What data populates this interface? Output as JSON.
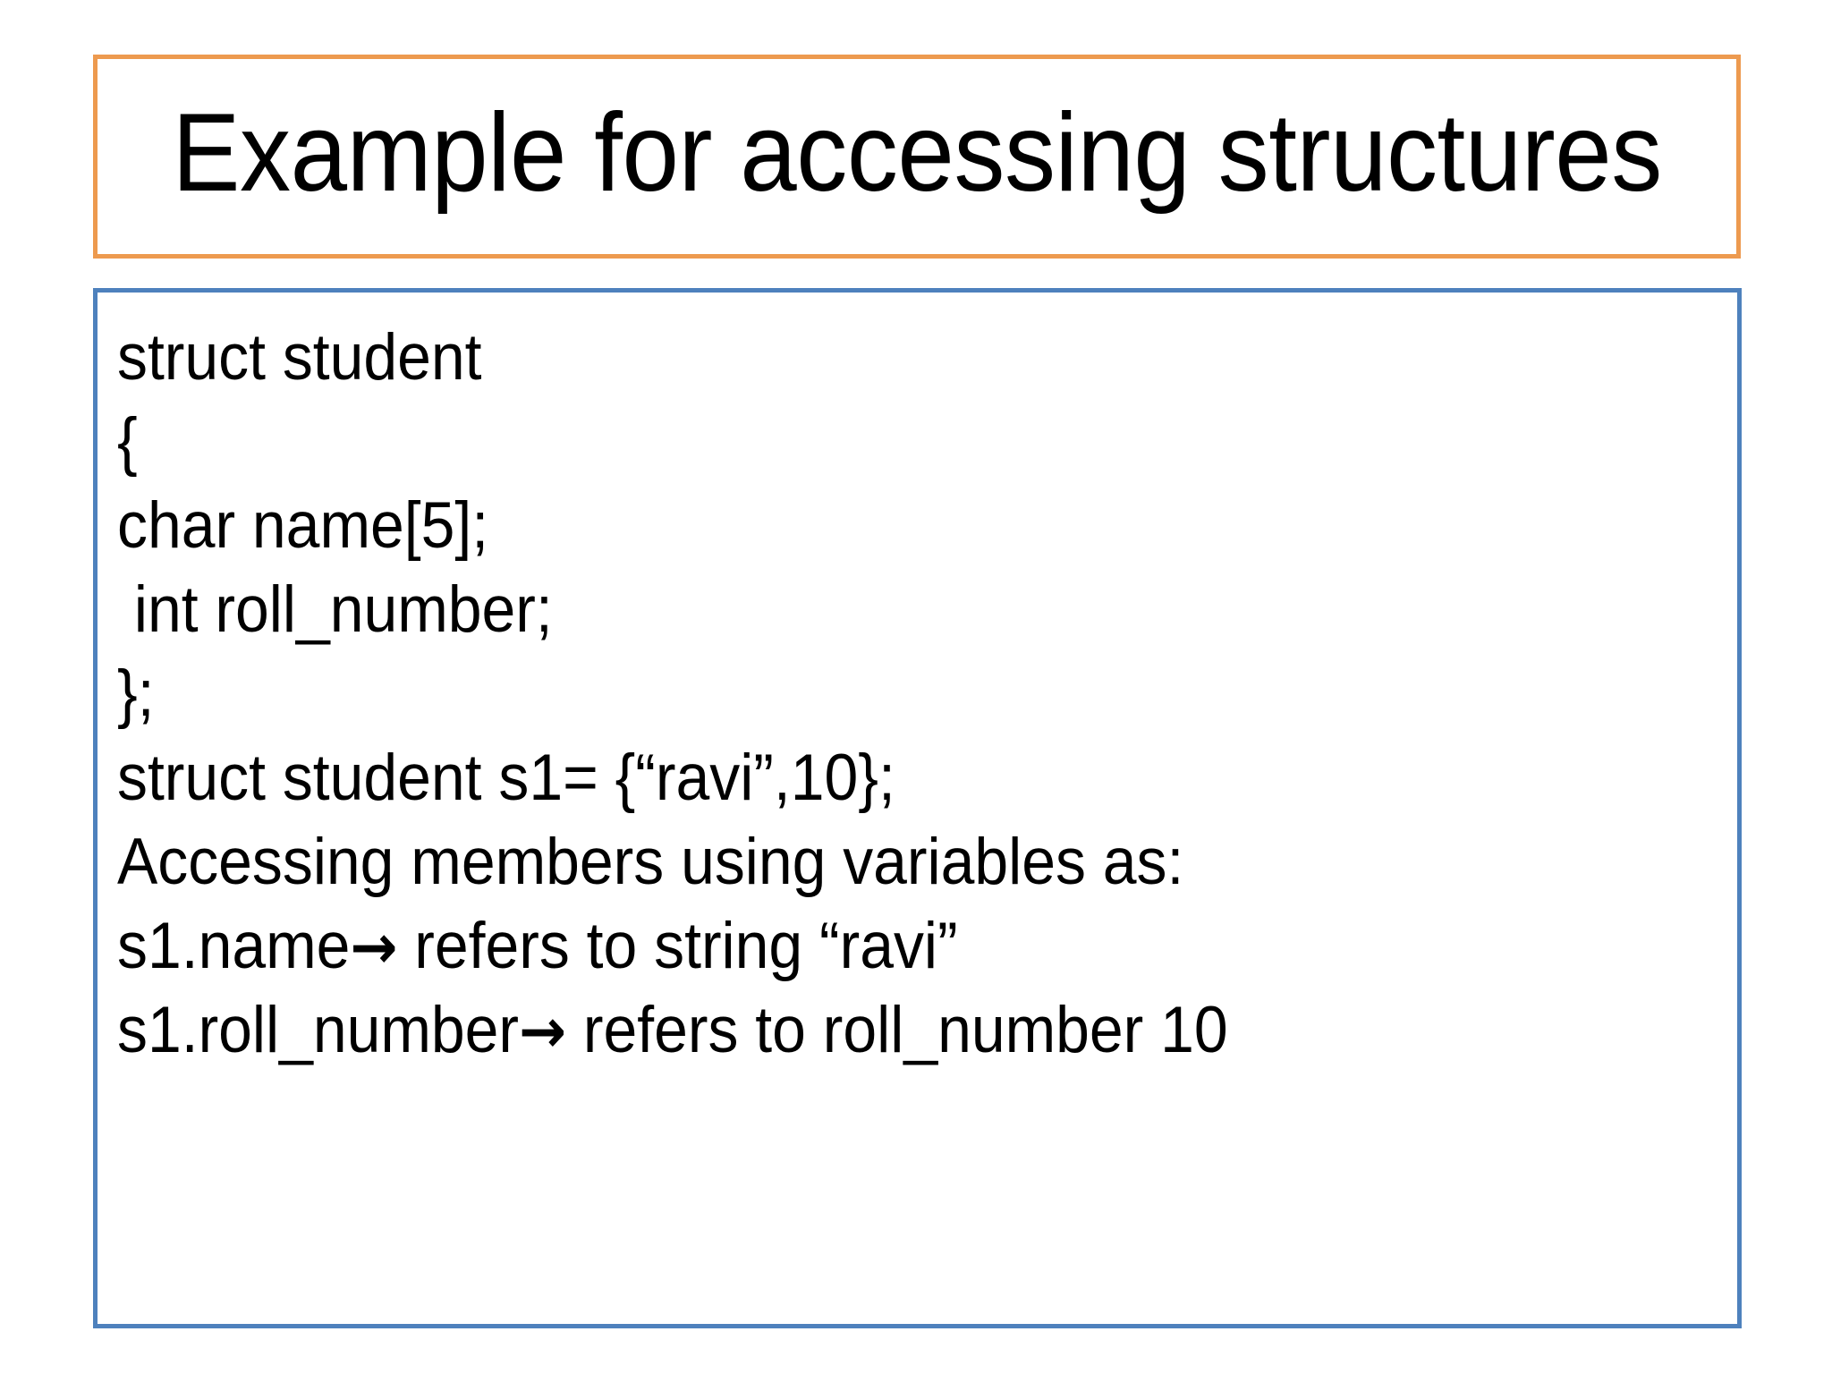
{
  "slide": {
    "title": "Example for accessing structures",
    "title_border_color": "#ED9A4F",
    "body_border_color": "#4E81BD",
    "background_color": "#FFFFFF",
    "text_color": "#000000"
  },
  "body": {
    "lines": [
      {
        "id": "line-struct-student",
        "text": "struct student"
      },
      {
        "id": "line-open-brace",
        "text": "{"
      },
      {
        "id": "line-char-name",
        "text": "char name[5];"
      },
      {
        "id": "line-int-roll-number",
        "text": " int roll_number;"
      },
      {
        "id": "line-close-brace",
        "text": "};"
      },
      {
        "id": "line-init-s1",
        "text": "struct student s1= {“ravi”,10};"
      },
      {
        "id": "line-accessing-members",
        "text": "Accessing members using variables as:"
      },
      {
        "id": "line-s1-name-refers",
        "text": "s1.name→ refers to string “ravi”"
      },
      {
        "id": "line-s1-roll-number-refers",
        "text": "s1.roll_number→ refers to roll_number 10"
      }
    ]
  }
}
